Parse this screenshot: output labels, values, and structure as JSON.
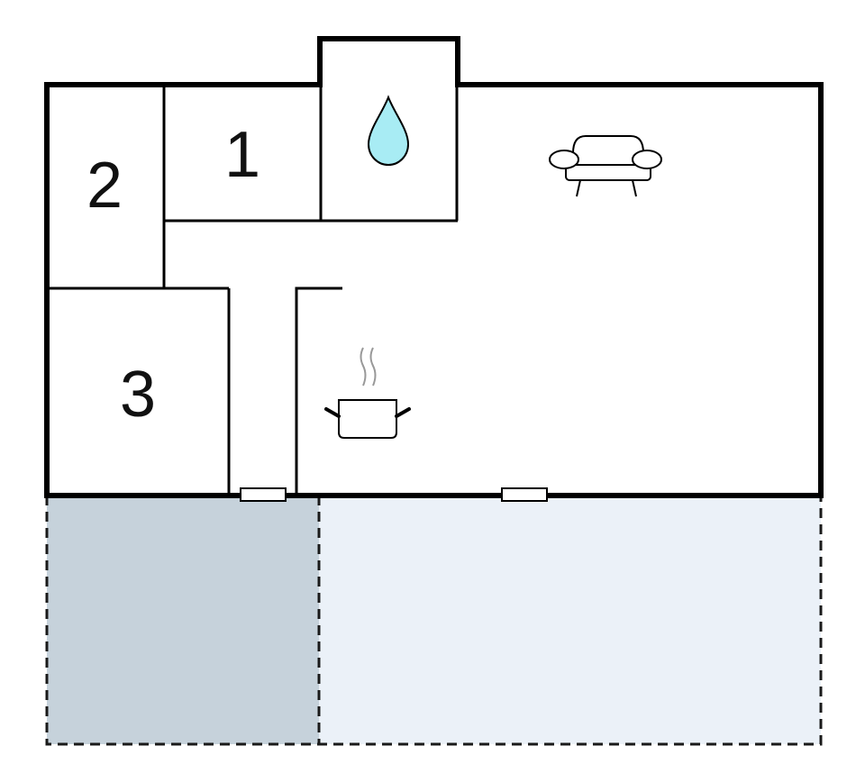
{
  "floorplan": {
    "rooms": [
      {
        "label": "1"
      },
      {
        "label": "2"
      },
      {
        "label": "3"
      }
    ],
    "icons": {
      "bathroom": "water-drop-icon",
      "living_room": "sofa-icon",
      "kitchen": "cooking-pot-icon"
    },
    "colors": {
      "wall": "#000000",
      "water_drop": "#a8ecf4",
      "terrace_covered": "#c6d2db",
      "terrace_open": "#ebf1f8",
      "steam": "#999999"
    }
  }
}
